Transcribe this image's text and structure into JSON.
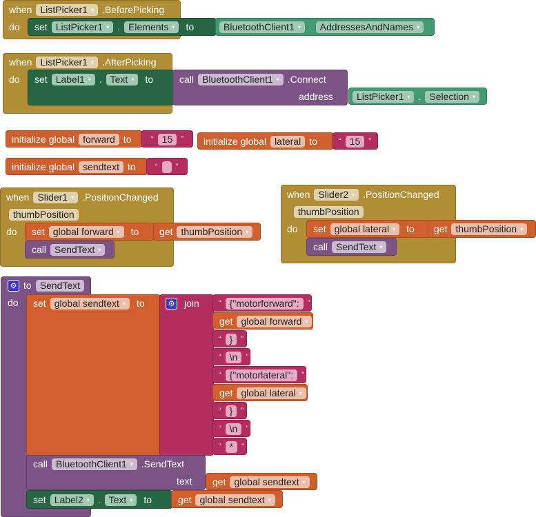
{
  "e1": {
    "when": "when",
    "comp": "ListPicker1",
    "event": ".BeforePicking",
    "do": "do",
    "set": "set",
    "target": "ListPicker1",
    "prop": "Elements",
    "to": "to",
    "vcomp": "BluetoothClient1",
    "vprop": "AddressesAndNames"
  },
  "e2": {
    "when": "when",
    "comp": "ListPicker1",
    "event": ".AfterPicking",
    "do": "do",
    "set": "set",
    "target": "Label1",
    "prop": "Text",
    "to": "to",
    "call": "call",
    "ccomp": "BluetoothClient1",
    "method": ".Connect",
    "arg": "address",
    "acomp": "ListPicker1",
    "aprop": "Selection"
  },
  "g1": {
    "init": "initialize global",
    "name": "forward",
    "to": "to",
    "value": "15"
  },
  "g2": {
    "init": "initialize global",
    "name": "lateral",
    "to": "to",
    "value": "15"
  },
  "g3": {
    "init": "initialize global",
    "name": "sendtext",
    "to": "to",
    "value": ""
  },
  "s1": {
    "when": "when",
    "comp": "Slider1",
    "event": ".PositionChanged",
    "param": "thumbPosition",
    "do": "do",
    "set": "set",
    "var": "global forward",
    "to": "to",
    "get": "get",
    "getvar": "thumbPosition",
    "call": "call",
    "proc": "SendText"
  },
  "s2": {
    "when": "when",
    "comp": "Slider2",
    "event": ".PositionChanged",
    "param": "thumbPosition",
    "do": "do",
    "set": "set",
    "var": "global lateral",
    "to": "to",
    "get": "get",
    "getvar": "thumbPosition",
    "call": "call",
    "proc": "SendText"
  },
  "p": {
    "to": "to",
    "name": "SendText",
    "do": "do",
    "set": "set",
    "var": "global sendtext",
    "setto": "to",
    "join": "join",
    "items": [
      {
        "t": "text",
        "v": "{\"motorforward\":"
      },
      {
        "t": "get",
        "g": "get",
        "v": "global forward"
      },
      {
        "t": "text",
        "v": "}"
      },
      {
        "t": "text",
        "v": "\\n"
      },
      {
        "t": "text",
        "v": "{\"motorlateral\":"
      },
      {
        "t": "get",
        "g": "get",
        "v": "global lateral"
      },
      {
        "t": "text",
        "v": "}"
      },
      {
        "t": "text",
        "v": "\\n"
      },
      {
        "t": "text",
        "v": "*"
      }
    ],
    "call": "call",
    "ccomp": "BluetoothClient1",
    "method": ".SendText",
    "arg": "text",
    "get": "get",
    "getvar": "global sendtext",
    "set2": "set",
    "target": "Label2",
    "prop": "Text",
    "to2": "to",
    "get2": "get",
    "getvar2": "global sendtext"
  },
  "quote_open": "“",
  "quote_close": "”",
  "dropdown": "▾"
}
